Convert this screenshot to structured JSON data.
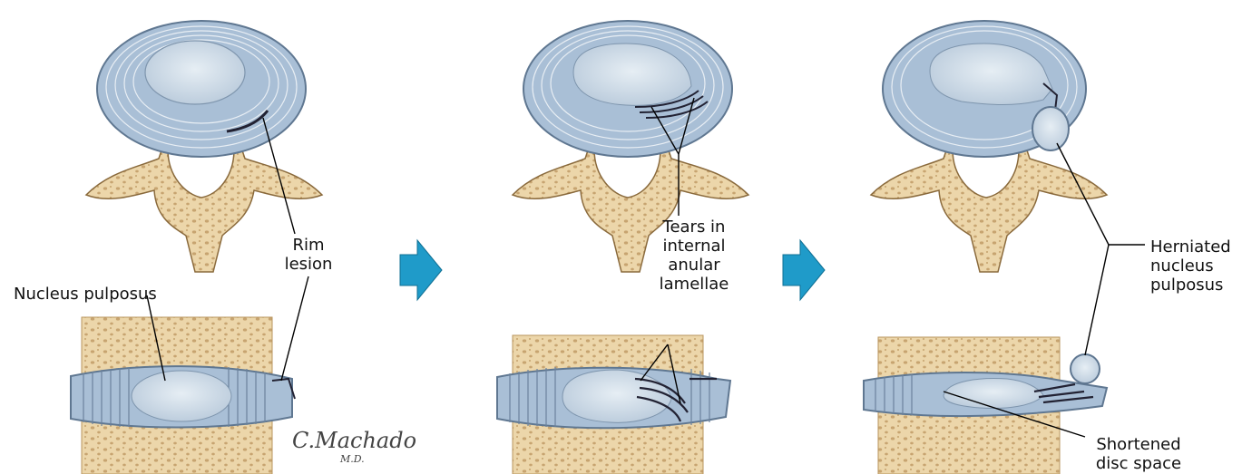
{
  "labels": {
    "rim_lesion_line1": "Rim",
    "rim_lesion_line2": "lesion",
    "nucleus_pulposus": "Nucleus pulposus",
    "tears_line1": "Tears in",
    "tears_line2": "internal",
    "tears_line3": "anular",
    "tears_line4": "lamellae",
    "herniated_line1": "Herniated",
    "herniated_line2": "nucleus",
    "herniated_line3": "pulposus",
    "shortened_line1": "Shortened",
    "shortened_line2": "disc space"
  },
  "signature": {
    "name": "C.Machado",
    "suffix": "M.D."
  },
  "colors": {
    "arrow": "#1f9bc9",
    "disc": "#a9bfd6",
    "nucleus": "#cfdde8",
    "bone": "#e9d3a6",
    "bone_dark": "#c9a774",
    "lines": "#000000"
  }
}
